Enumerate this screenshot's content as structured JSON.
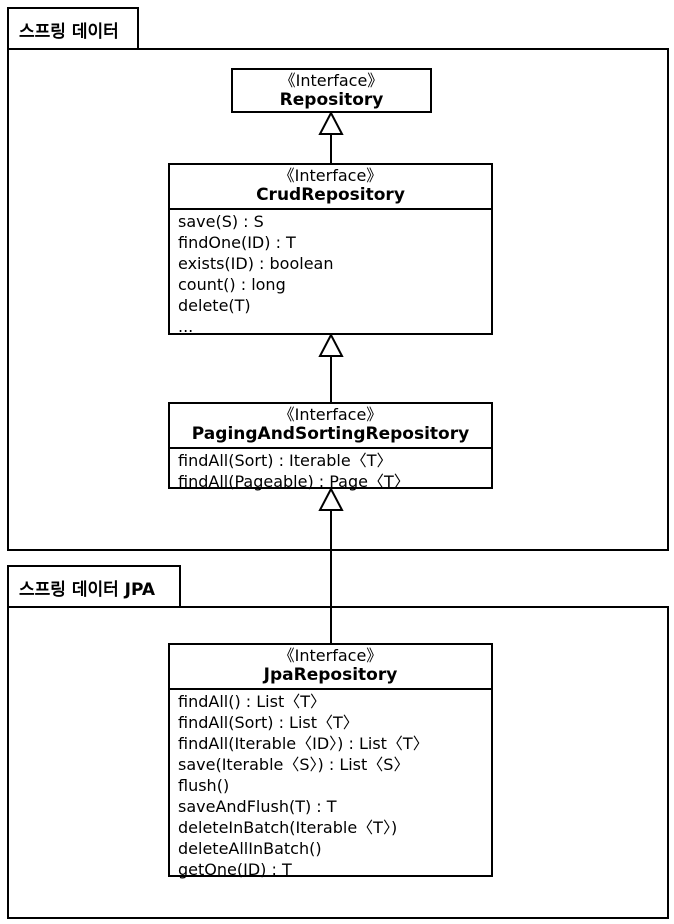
{
  "packages": [
    {
      "name": "스프링 데이터"
    },
    {
      "name": "스프링 데이터 JPA"
    }
  ],
  "classes": {
    "repository": {
      "stereotype": "《Interface》",
      "name": "Repository",
      "operations": []
    },
    "crud": {
      "stereotype": "《Interface》",
      "name": "CrudRepository",
      "operations": [
        "save(S) : S",
        "findOne(ID) : T",
        "exists(ID) : boolean",
        "count() : long",
        "delete(T)",
        "..."
      ]
    },
    "paging": {
      "stereotype": "《Interface》",
      "name": "PagingAndSortingRepository",
      "operations": [
        "findAll(Sort) : Iterable〈T〉",
        "findAll(Pageable) : Page〈T〉"
      ]
    },
    "jpa": {
      "stereotype": "《Interface》",
      "name": "JpaRepository",
      "operations": [
        "findAll() : List〈T〉",
        "findAll(Sort) : List〈T〉",
        "findAll(Iterable〈ID〉) : List〈T〉",
        "save(Iterable〈S〉) : List〈S〉",
        "flush()",
        "saveAndFlush(T) : T",
        "deleteInBatch(Iterable〈T〉)",
        "deleteAllInBatch()",
        "getOne(ID) : T"
      ]
    }
  }
}
